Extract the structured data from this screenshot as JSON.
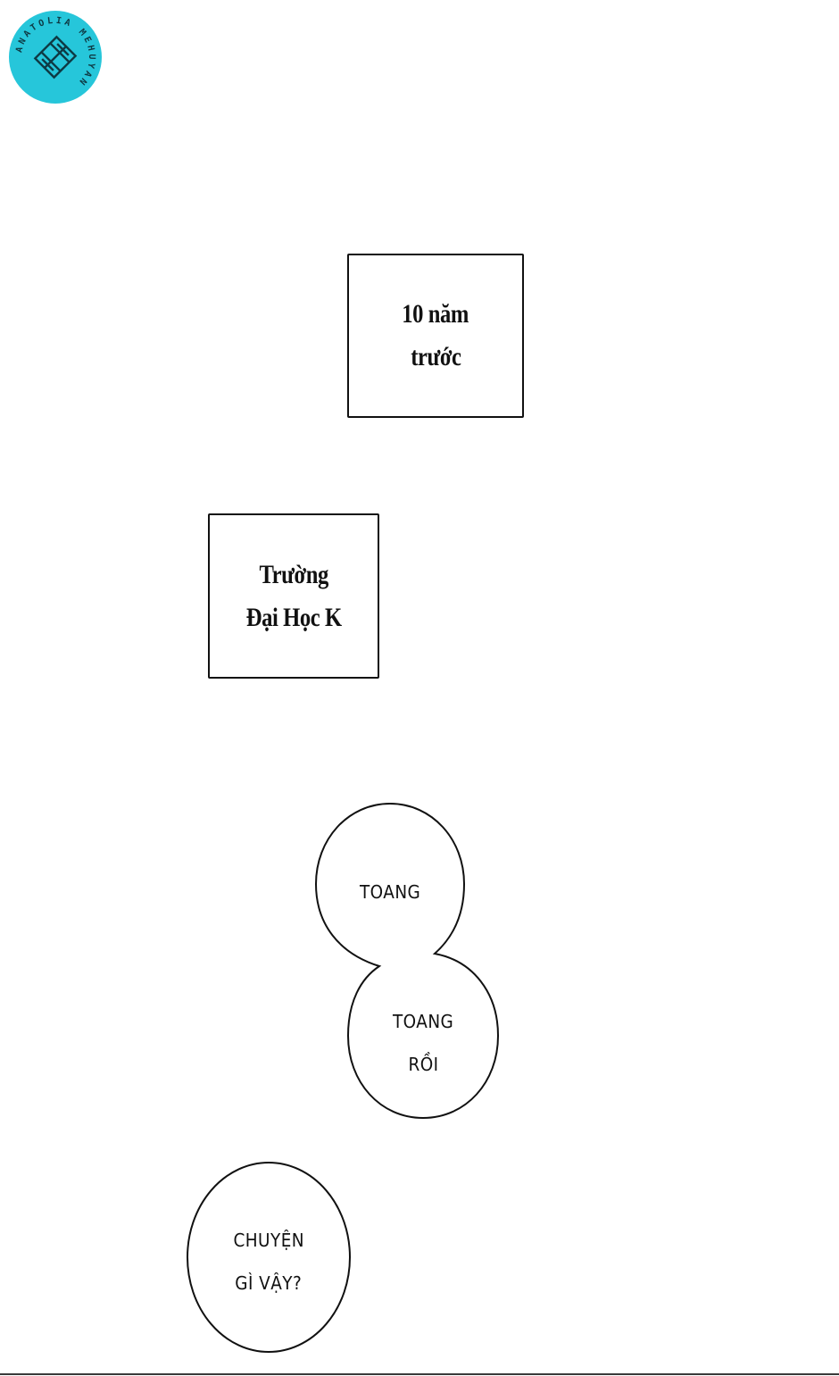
{
  "watermark": {
    "icon": "scanlation-group-logo-icon",
    "text": "ANATOLIA MEHUYAN",
    "background_color": "#26c6da",
    "foreground_color": "#0e3a44"
  },
  "captions": [
    {
      "lines": [
        "10 năm",
        "trước"
      ]
    },
    {
      "lines": [
        "Trường",
        "Đại Học K"
      ]
    }
  ],
  "speech_bubbles": [
    {
      "lines": [
        "TOANG"
      ]
    },
    {
      "lines": [
        "TOANG",
        "RỒI"
      ]
    },
    {
      "lines": [
        "CHUYỆN",
        "GÌ VẬY?"
      ]
    }
  ],
  "colors": {
    "page_background": "#ffffff",
    "ink": "#111111",
    "bottom_divider": "#3a3a3a"
  }
}
